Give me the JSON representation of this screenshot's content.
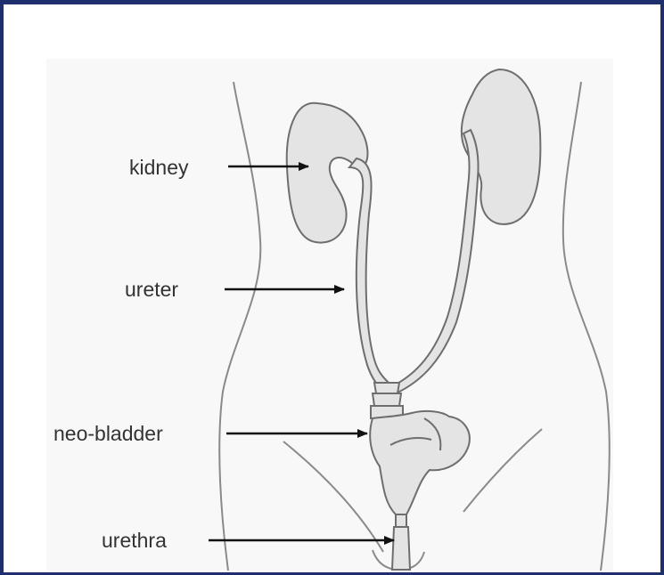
{
  "diagram": {
    "labels": {
      "kidney": "kidney",
      "ureter": "ureter",
      "neo_bladder": "neo-bladder",
      "urethra": "urethra"
    },
    "colors": {
      "frame": "#1f2f6e",
      "organ_fill": "#e4e4e4",
      "organ_stroke": "#6e6e6e",
      "body_outline": "#8a8a8a",
      "panel": "#f8f8f8",
      "arrow": "#111111",
      "text": "#333333"
    }
  }
}
